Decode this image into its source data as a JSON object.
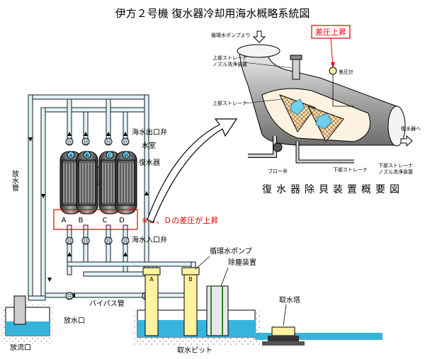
{
  "title": "伊方２号機 復水器冷却用海水概略系統図",
  "left_diagram": {
    "sea_water_outlet_valve": "海水出口弁",
    "water_box": "水室",
    "condenser": "復水器",
    "sea_water_inlet_valve": "海水入口弁",
    "discharge_pipe": "放水管",
    "bypass_pipe": "バイパス管",
    "discharge_port": "放水口",
    "outfall": "放流口",
    "circulating_pump": "循環水ポンプ",
    "debris_remover": "除塵装置",
    "intake_tower": "取水塔",
    "intake_pit": "取水ピット",
    "condenser_units": [
      "A",
      "B",
      "C",
      "D"
    ],
    "pump_units": [
      "A",
      "B"
    ],
    "note": "※Ｂ、Ｄの差圧が上昇",
    "valve_text": "日"
  },
  "right_diagram": {
    "caption": "復水器除貝装置概要図",
    "pump_side": "循環水ポンプより",
    "pressure_rise": "差圧上昇",
    "upper_strainer_nozzle": "上部ストレーナ\nノズル洗浄装置",
    "pressure_gauge": "差圧計",
    "upper_strainer": "上部ストレーナ",
    "to_condenser": "復水器へ",
    "blow_valve": "ブロー弁",
    "lower_strainer": "下部ストレーナ",
    "lower_strainer_nozzle": "下部ストレーナ\nノズル洗浄装置"
  },
  "colors": {
    "pipe_fill": "#dff3fb",
    "pipe_stroke": "#1a1a1a",
    "water": "#36b4de",
    "pump_yellow": "#fff2a0",
    "note_red": "#e00000",
    "condenser_blue": "#6fd0ee",
    "debris_orange": "#e88a2a"
  }
}
